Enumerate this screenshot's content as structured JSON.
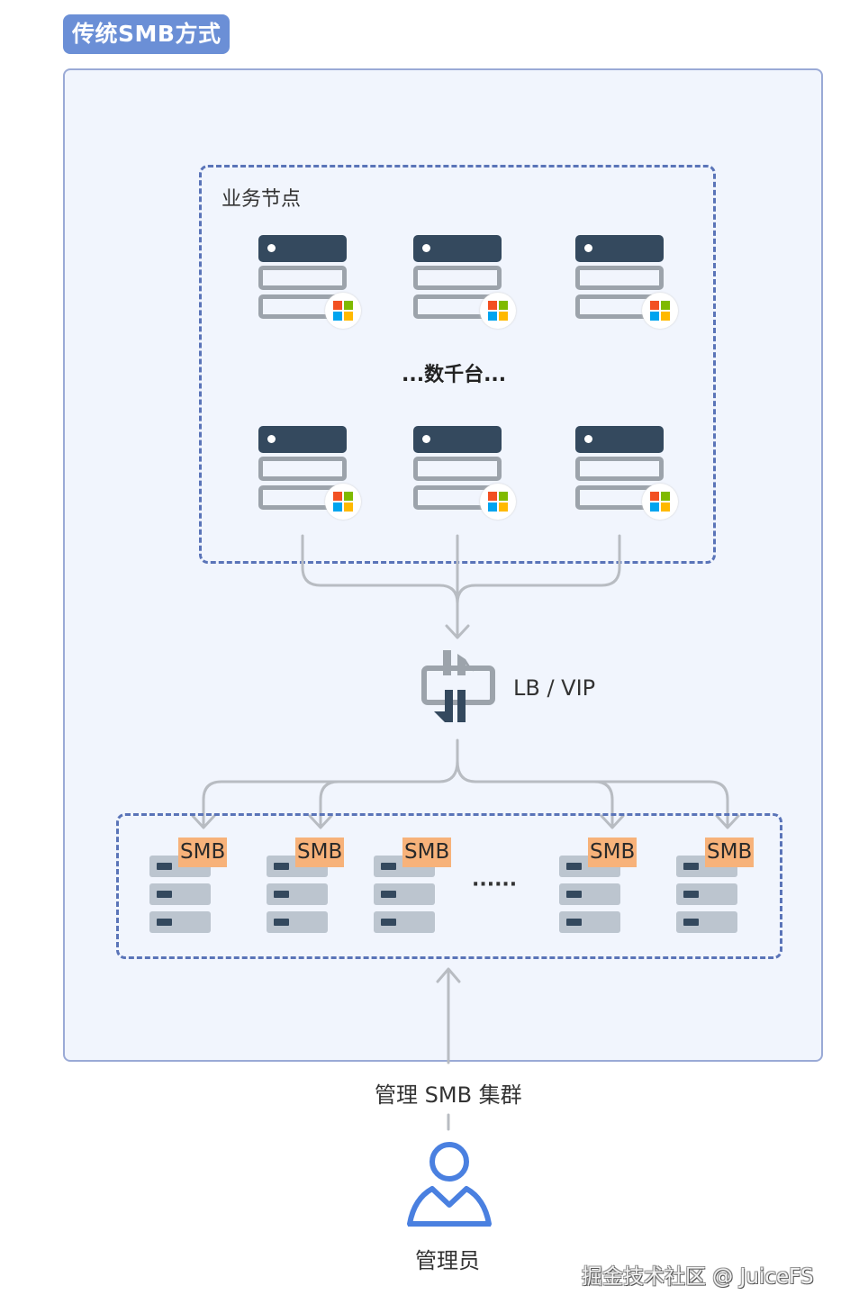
{
  "title": "传统SMB方式",
  "business_nodes": {
    "label": "业务节点",
    "count_text": "...数千台...",
    "servers": [
      {
        "os_icon": "windows-logo-icon"
      },
      {
        "os_icon": "windows-logo-icon"
      },
      {
        "os_icon": "windows-logo-icon"
      },
      {
        "os_icon": "windows-logo-icon"
      },
      {
        "os_icon": "windows-logo-icon"
      },
      {
        "os_icon": "windows-logo-icon"
      }
    ]
  },
  "load_balancer": {
    "label": "LB / VIP",
    "icon": "load-balancer-icon"
  },
  "smb_cluster": {
    "servers": [
      {
        "tag": "SMB"
      },
      {
        "tag": "SMB"
      },
      {
        "tag": "SMB"
      },
      {
        "tag": "SMB"
      },
      {
        "tag": "SMB"
      }
    ],
    "ellipsis": "······"
  },
  "manage_label": "管理 SMB 集群",
  "admin": {
    "label": "管理员",
    "icon": "user-icon"
  },
  "watermark": "掘金技术社区 @ JuiceFS",
  "colors": {
    "badge": "#6b8fd6",
    "outer_bg": "#f1f5fd",
    "dash_border": "#5a74b8",
    "server_dark": "#34495e",
    "server_gray": "#9ca3ab",
    "smb_tag": "#f7b27a",
    "user_icon": "#4a80e0",
    "connector": "#b8bcc2"
  }
}
